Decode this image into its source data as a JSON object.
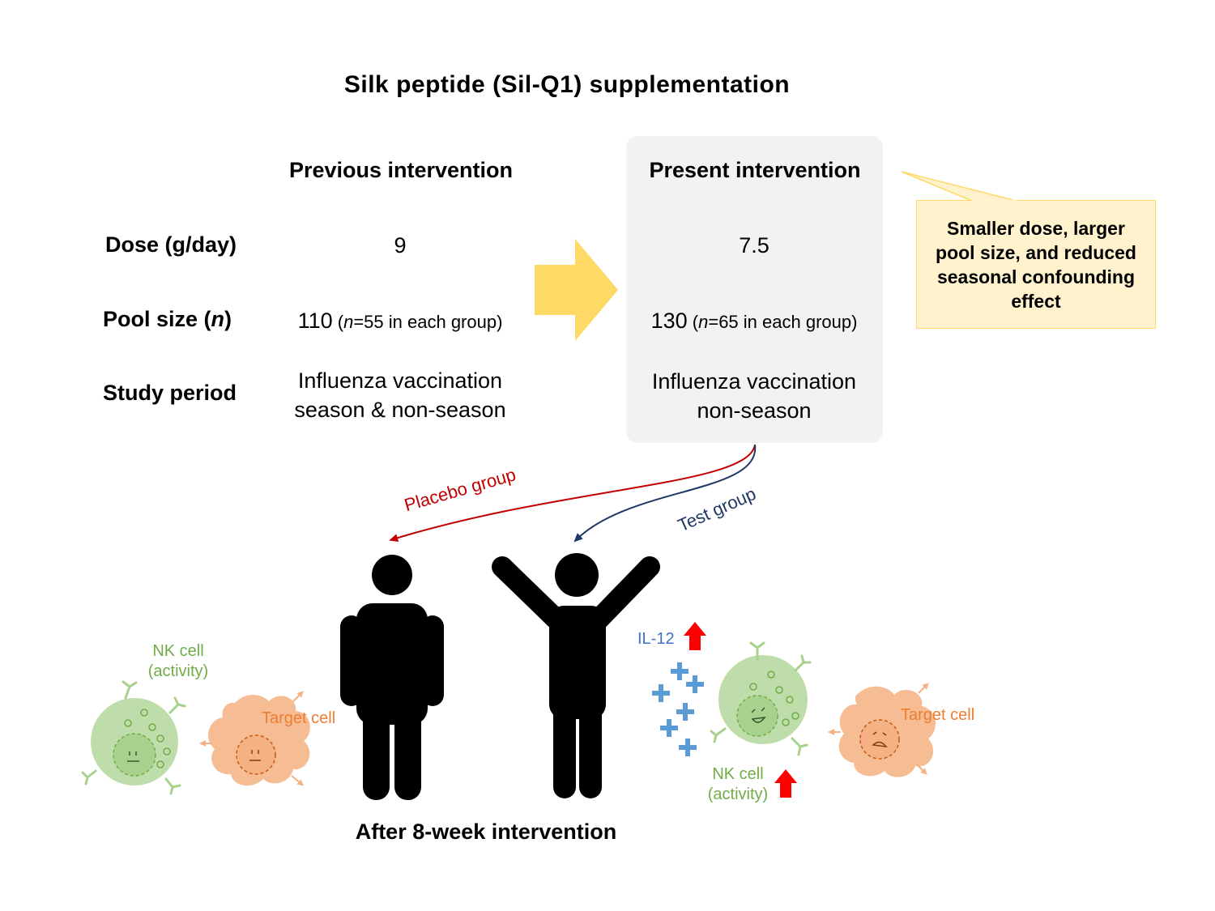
{
  "title": "Silk peptide (Sil-Q1) supplementation",
  "columns": {
    "previous": "Previous intervention",
    "present": "Present intervention"
  },
  "rows": {
    "dose_label": "Dose (g/day)",
    "pool_label_prefix": "Pool size (",
    "pool_label_n": "n",
    "pool_label_suffix": ")",
    "period_label": "Study period"
  },
  "previous": {
    "dose": "9",
    "pool_main": "110",
    "pool_paren_open": " (",
    "pool_paren_n": "n",
    "pool_paren_rest": "=55 in each group)",
    "period_line1": "Influenza vaccination",
    "period_line2": "season & non-season"
  },
  "present": {
    "dose": "7.5",
    "pool_main": "130",
    "pool_paren_open": " (",
    "pool_paren_n": "n",
    "pool_paren_rest": "=65 in each group)",
    "period_line1": "Influenza vaccination",
    "period_line2": "non-season"
  },
  "callout": "Smaller dose, larger pool size, and reduced seasonal confounding effect",
  "arrows": {
    "placebo": "Placebo group",
    "test": "Test group"
  },
  "left_cells": {
    "nk_line1": "NK cell",
    "nk_line2": "(activity)",
    "target": "Target  cell"
  },
  "right_cells": {
    "il12": "IL-12",
    "nk_line1": "NK cell",
    "nk_line2": "(activity)",
    "target": "Target  cell"
  },
  "footer": "After 8-week intervention",
  "colors": {
    "placebo_arrow": "#c00000",
    "test_arrow": "#1f3864",
    "big_arrow": "#ffd966",
    "nk_cell": "#a9d18e",
    "target_cell": "#f4b183",
    "up_arrow": "#ff0000",
    "plus": "#5b9bd5"
  }
}
